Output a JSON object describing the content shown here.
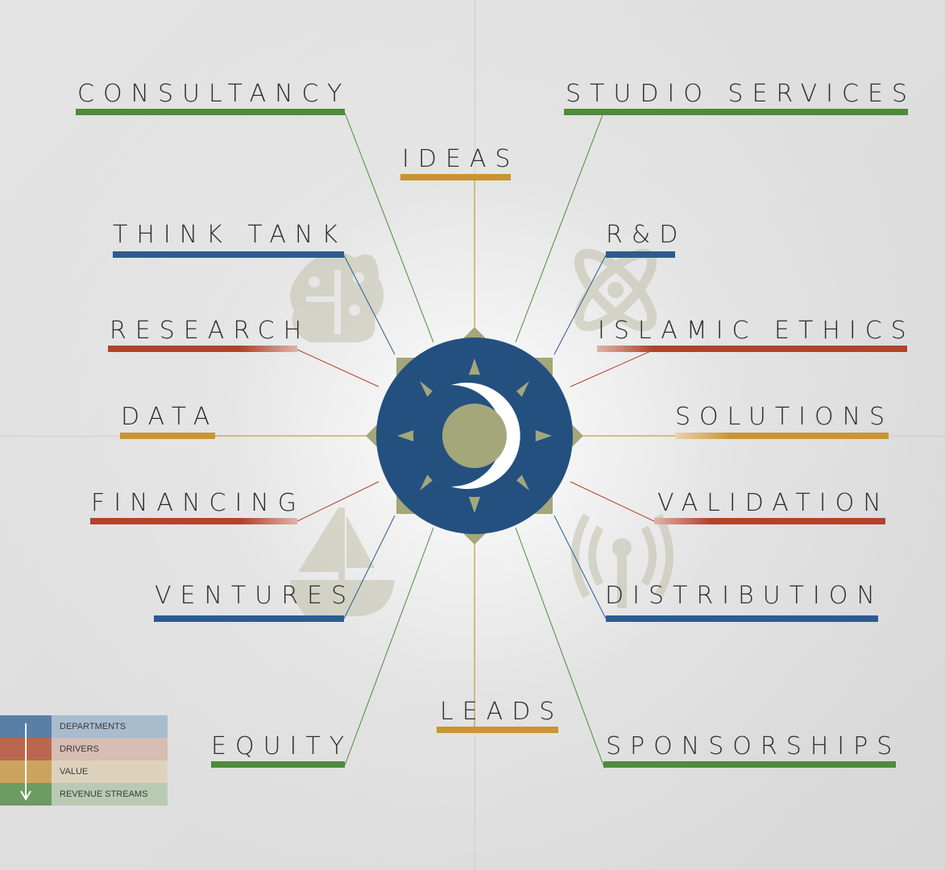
{
  "labels": {
    "consultancy": "CONSULTANCY",
    "studio_services": "STUDIO SERVICES",
    "ideas": "IDEAS",
    "think_tank": "THINK TANK",
    "rnd": "R&D",
    "research": "RESEARCH",
    "islamic_ethics": "ISLAMIC ETHICS",
    "data": "DATA",
    "solutions": "SOLUTIONS",
    "financing": "FINANCING",
    "validation": "VALIDATION",
    "ventures": "VENTURES",
    "distribution": "DISTRIBUTION",
    "leads": "LEADS",
    "equity": "EQUITY",
    "sponsorships": "SPONSORSHIPS"
  },
  "legend": {
    "departments": "DEPARTMENTS",
    "drivers": "DRIVERS",
    "value": "VALUE",
    "revenue_streams": "REVENUE STREAMS"
  },
  "colors": {
    "departments": "#2e5b8c",
    "drivers": "#b0432a",
    "value": "#c99434",
    "revenue_streams": "#4f8a3b",
    "emblem_blue": "#23507f",
    "emblem_olive": "#a3a77a"
  },
  "icons": [
    "brain-circuit-icon",
    "atom-icon",
    "sailboat-icon",
    "broadcast-tower-icon"
  ]
}
